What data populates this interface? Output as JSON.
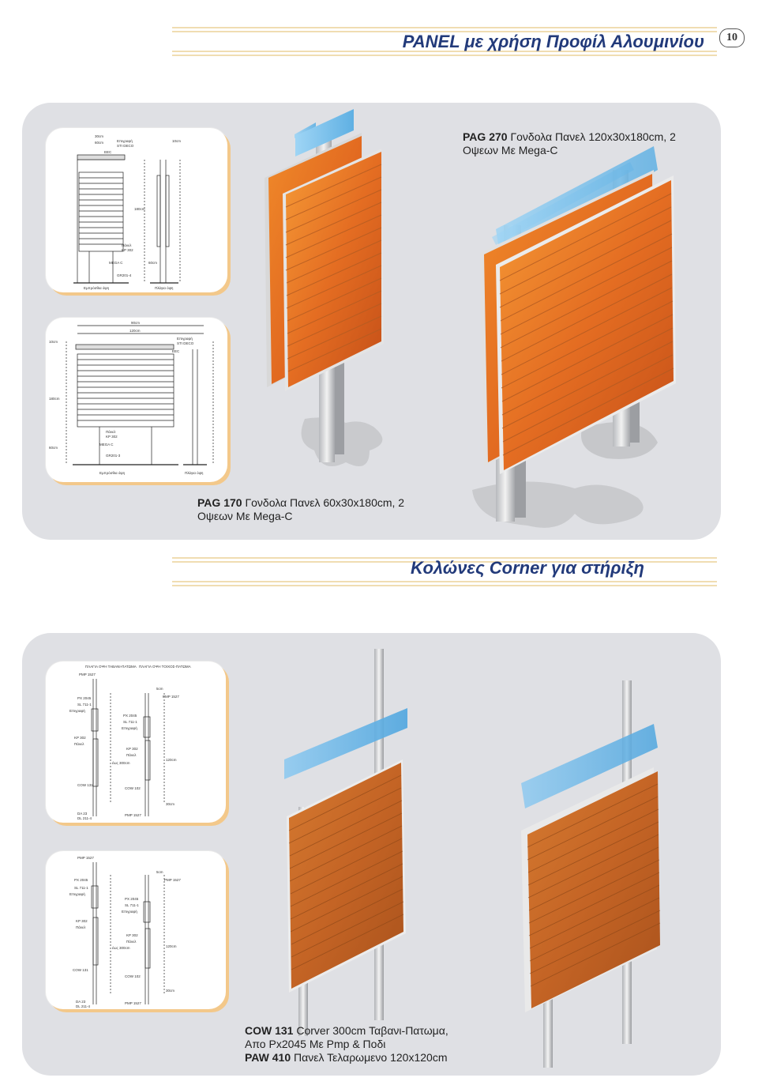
{
  "header": {
    "title": "PANEL με χρήση Προφίλ Αλουμινίου",
    "page_number": "10"
  },
  "section1": {
    "caption_top": {
      "code": "PAG 270",
      "text": "Γονδολα Πανελ 120x30x180cm, 2",
      "text2": "Οψεων Με Mega-C"
    },
    "caption_bottom": {
      "code": "PAG 170",
      "text": "Γονδολα Πανελ 60x30x180cm, 2",
      "text2": "Οψεων Με Mega-C"
    },
    "drawing1": {
      "dim_top_1": "30cm",
      "dim_top_2": "60cm",
      "epigrafi": "Επιγραφή",
      "sti_deco": "STI DECO",
      "eec": "EEC",
      "dim_side": "10cm",
      "dim_180": "180cm",
      "dim_60": "60cm",
      "paneli": "Πάνελ",
      "kp302": "KP 302",
      "megac": "MEGA C",
      "gr201": "GR201-4",
      "front_view": "Εμπρόσθια όψη",
      "side_view": "Πλάγια όψη"
    },
    "drawing2": {
      "dim_top_1": "90cm",
      "dim_top_2": "120cm",
      "epigrafi": "Επιγραφή",
      "sti_deco": "STI DECO",
      "eec": "EEC",
      "dim_side": "10cm",
      "dim_180": "180cm",
      "dim_60": "60cm",
      "paneli": "Πάνελ",
      "kp302": "KP 302",
      "megac": "MEGA C",
      "gr201": "GR201-3",
      "front_view": "Εμπρόσθια όψη",
      "side_view": "Πλάγια όψη"
    }
  },
  "section2": {
    "title": "Κολώνες Corner για στήριξη",
    "caption": {
      "line1_code": "COW 131",
      "line1_text": "Corver 300cm Ταβανι-Πατωμα,",
      "line2_text": "Απο Px2045 Με Pmp & Ποδι",
      "line3_code": "PAW 410",
      "line3_text": "Πανελ Τελαρωμενο 120x120cm"
    },
    "drawing3": {
      "left_head": "ΠΛΑΓΙΑ ΟΨΗ ΤΑΒΑΝΙ-ΠΑΤΩΜΑ",
      "right_head": "ΠΛΑΓΙΑ ΟΨΗ ΤΟΙΧΟΣ-ΠΑΤΩΜΑ",
      "pmp": "PMP 1527",
      "px": "PX 2045",
      "sl": "SL 711-1",
      "epigrafi": "Επιγραφή",
      "kp": "KP 302",
      "paneli": "Πάνελ",
      "cow131": "COW 131",
      "cow102": "COW 102",
      "da": "DA 23",
      "dl": "DL 211-4",
      "dim_5cm": "5cm",
      "dim_120": "120cm",
      "dim_300": "έως 300cm",
      "dim_30": "30cm"
    },
    "drawing4": {
      "pmp": "PMP 1527",
      "px": "PX 2045",
      "sl": "SL 711-1",
      "epigrafi": "Επιγραφή",
      "kp": "KP 302",
      "paneli": "Πάνελ",
      "cow131": "COW 131",
      "cow102": "COW 102",
      "da": "DA 23",
      "dl": "DL 211-4",
      "dim_5cm": "5cm",
      "dim_120": "120cm",
      "dim_300": "έως 300cm",
      "dim_30": "30cm"
    }
  },
  "colors": {
    "title_blue": "#223a7a",
    "panel_gray": "#dfe0e4",
    "accent_orange": "#e97a1f",
    "wood": "#c8692a",
    "sign_blue": "#7fc6f0"
  }
}
